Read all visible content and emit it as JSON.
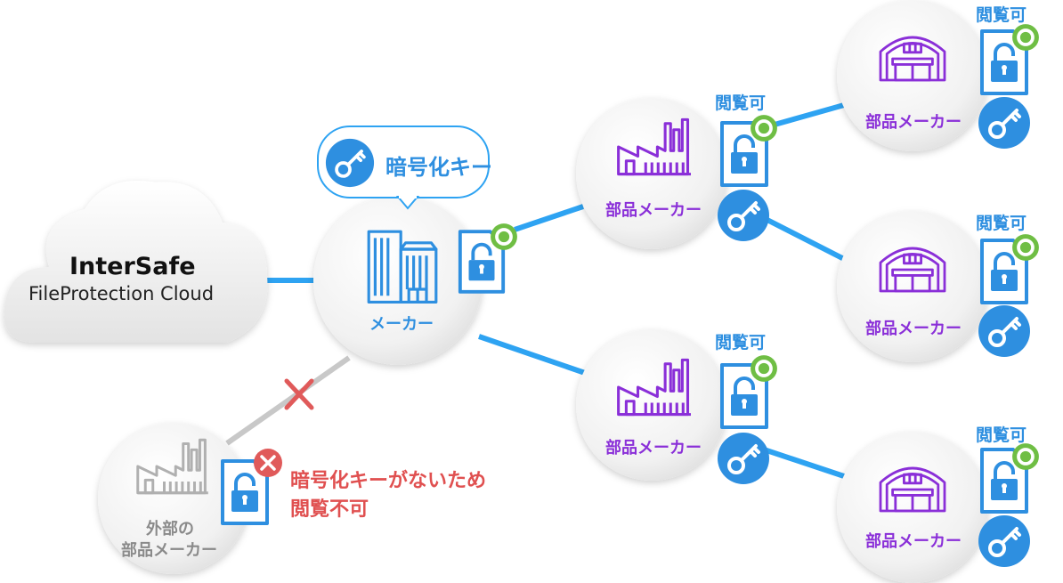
{
  "cloud": {
    "title": "InterSafe",
    "subtitle": "FileProtection Cloud"
  },
  "key_bubble": {
    "label": "暗号化キー",
    "icon": "key-icon"
  },
  "maker": {
    "label": "メーカー",
    "icon": "office-building-icon"
  },
  "parts_maker_label": "部品メーカー",
  "view_ok": "閲覧可",
  "external": {
    "label_line1": "外部の",
    "label_line2": "部品メーカー"
  },
  "denied": {
    "line1": "暗号化キーがないため",
    "line2": "閲覧不可"
  },
  "colors": {
    "link": "#2ea3f2",
    "blocked_link": "#c8c8c8",
    "key_blue": "#2e8fe0",
    "check_green": "#6fbe44",
    "deny_red": "#e05a5a",
    "factory_purple": "#8a2fd8",
    "text_blue": "#2e8fe0",
    "text_red": "#e05050",
    "node_fill": "#f2f2f2"
  }
}
